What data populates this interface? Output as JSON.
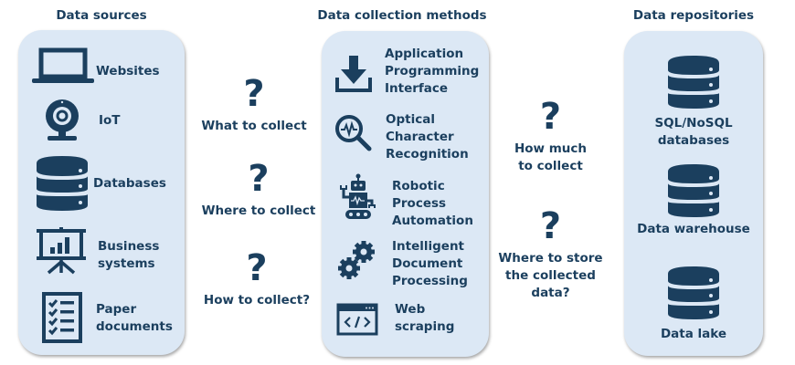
{
  "colors": {
    "panel_bg": "#dce8f5",
    "icon": "#1b3f5e",
    "text": "#1b3f5e"
  },
  "sources": {
    "title": "Data sources",
    "items": [
      {
        "label": "Websites",
        "icon": "laptop-icon"
      },
      {
        "label": "IoT",
        "icon": "webcam-icon"
      },
      {
        "label": "Databases",
        "icon": "database-icon"
      },
      {
        "label_line1": "Business",
        "label_line2": "systems",
        "icon": "presentation-chart-icon"
      },
      {
        "label_line1": "Paper",
        "label_line2": "documents",
        "icon": "checklist-icon"
      }
    ]
  },
  "questions_left": [
    {
      "text": "What to collect",
      "icon": "question-mark-icon"
    },
    {
      "text": "Where to collect",
      "icon": "question-mark-icon"
    },
    {
      "text": "How to collect?",
      "icon": "question-mark-icon"
    }
  ],
  "methods": {
    "title": "Data collection methods",
    "items": [
      {
        "lines": [
          "Application",
          "Programming",
          "Interface"
        ],
        "icon": "download-icon"
      },
      {
        "lines": [
          "Optical",
          "Character",
          "Recognition"
        ],
        "icon": "magnifier-pulse-icon"
      },
      {
        "lines": [
          "Robotic",
          "Process",
          "Automation"
        ],
        "icon": "robot-icon"
      },
      {
        "lines": [
          "Intelligent",
          "Document",
          "Processing"
        ],
        "icon": "gears-icon"
      },
      {
        "lines": [
          "Web",
          "scraping"
        ],
        "icon": "code-window-icon"
      }
    ]
  },
  "questions_right": [
    {
      "lines": [
        "How much",
        "to collect"
      ],
      "icon": "question-mark-icon"
    },
    {
      "lines": [
        "Where to store",
        "the collected",
        "data?"
      ],
      "icon": "question-mark-icon"
    }
  ],
  "repositories": {
    "title": "Data repositories",
    "items": [
      {
        "lines": [
          "SQL/NoSQL",
          "databases"
        ],
        "icon": "database-icon"
      },
      {
        "lines": [
          "Data warehouse"
        ],
        "icon": "database-icon"
      },
      {
        "lines": [
          "Data lake"
        ],
        "icon": "database-icon"
      }
    ]
  },
  "question_symbol": "?"
}
